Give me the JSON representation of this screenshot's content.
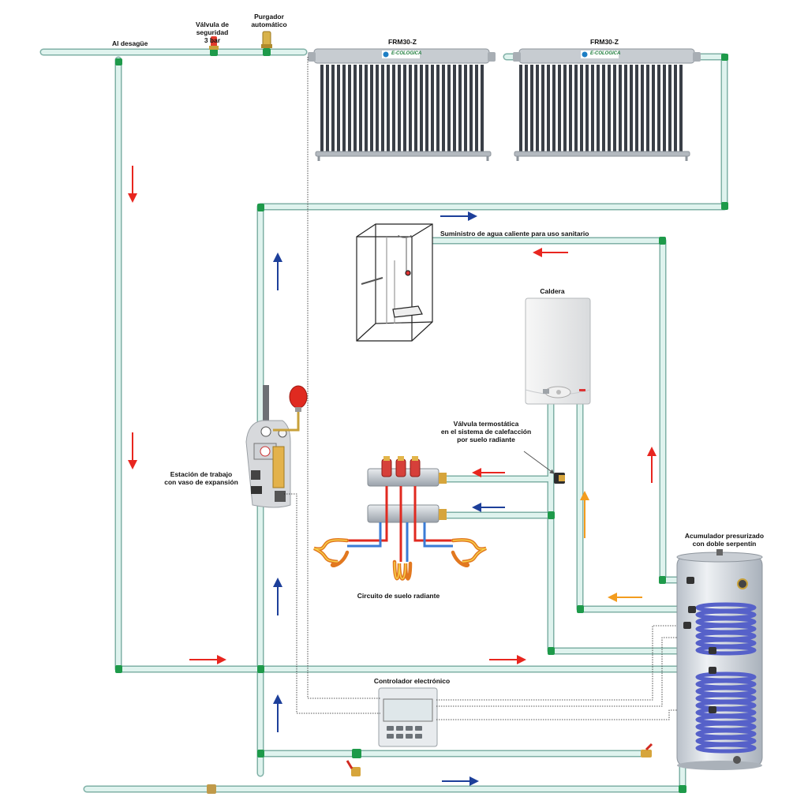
{
  "labels": {
    "drain": "Al desagüe",
    "safety_valve_l1": "Válvula de",
    "safety_valve_l2": "seguridad",
    "safety_valve_l3": "3 bar",
    "purger_l1": "Purgador",
    "purger_l2": "automático",
    "collector_1": "FRM30-Z",
    "collector_2": "FRM30-Z",
    "dhw_supply": "Suministro de agua caliente para uso sanitario",
    "boiler": "Caldera",
    "thermo_valve_l1": "Válvula termostática",
    "thermo_valve_l2": "en el sistema de calefacción",
    "thermo_valve_l3": "por suelo radiante",
    "station_l1": "Estación de trabajo",
    "station_l2": "con vaso de expansión",
    "floor_circuit": "Circuito de suelo radiante",
    "tank_l1": "Acumulador presurizado",
    "tank_l2": "con doble serpentín",
    "controller": "Controlador electrónico",
    "brand_logo": "E-COLOGICA"
  },
  "colors": {
    "pipe_fill": "#dff3ee",
    "pipe_edge": "#7fb0a6",
    "fitting": "#1e9a4a",
    "hot_arrow": "#e8261f",
    "cold_arrow": "#1d3f9a",
    "boiler_arrow": "#f39c1e",
    "coil": "#5661c9",
    "tank": "#d7dce3"
  }
}
